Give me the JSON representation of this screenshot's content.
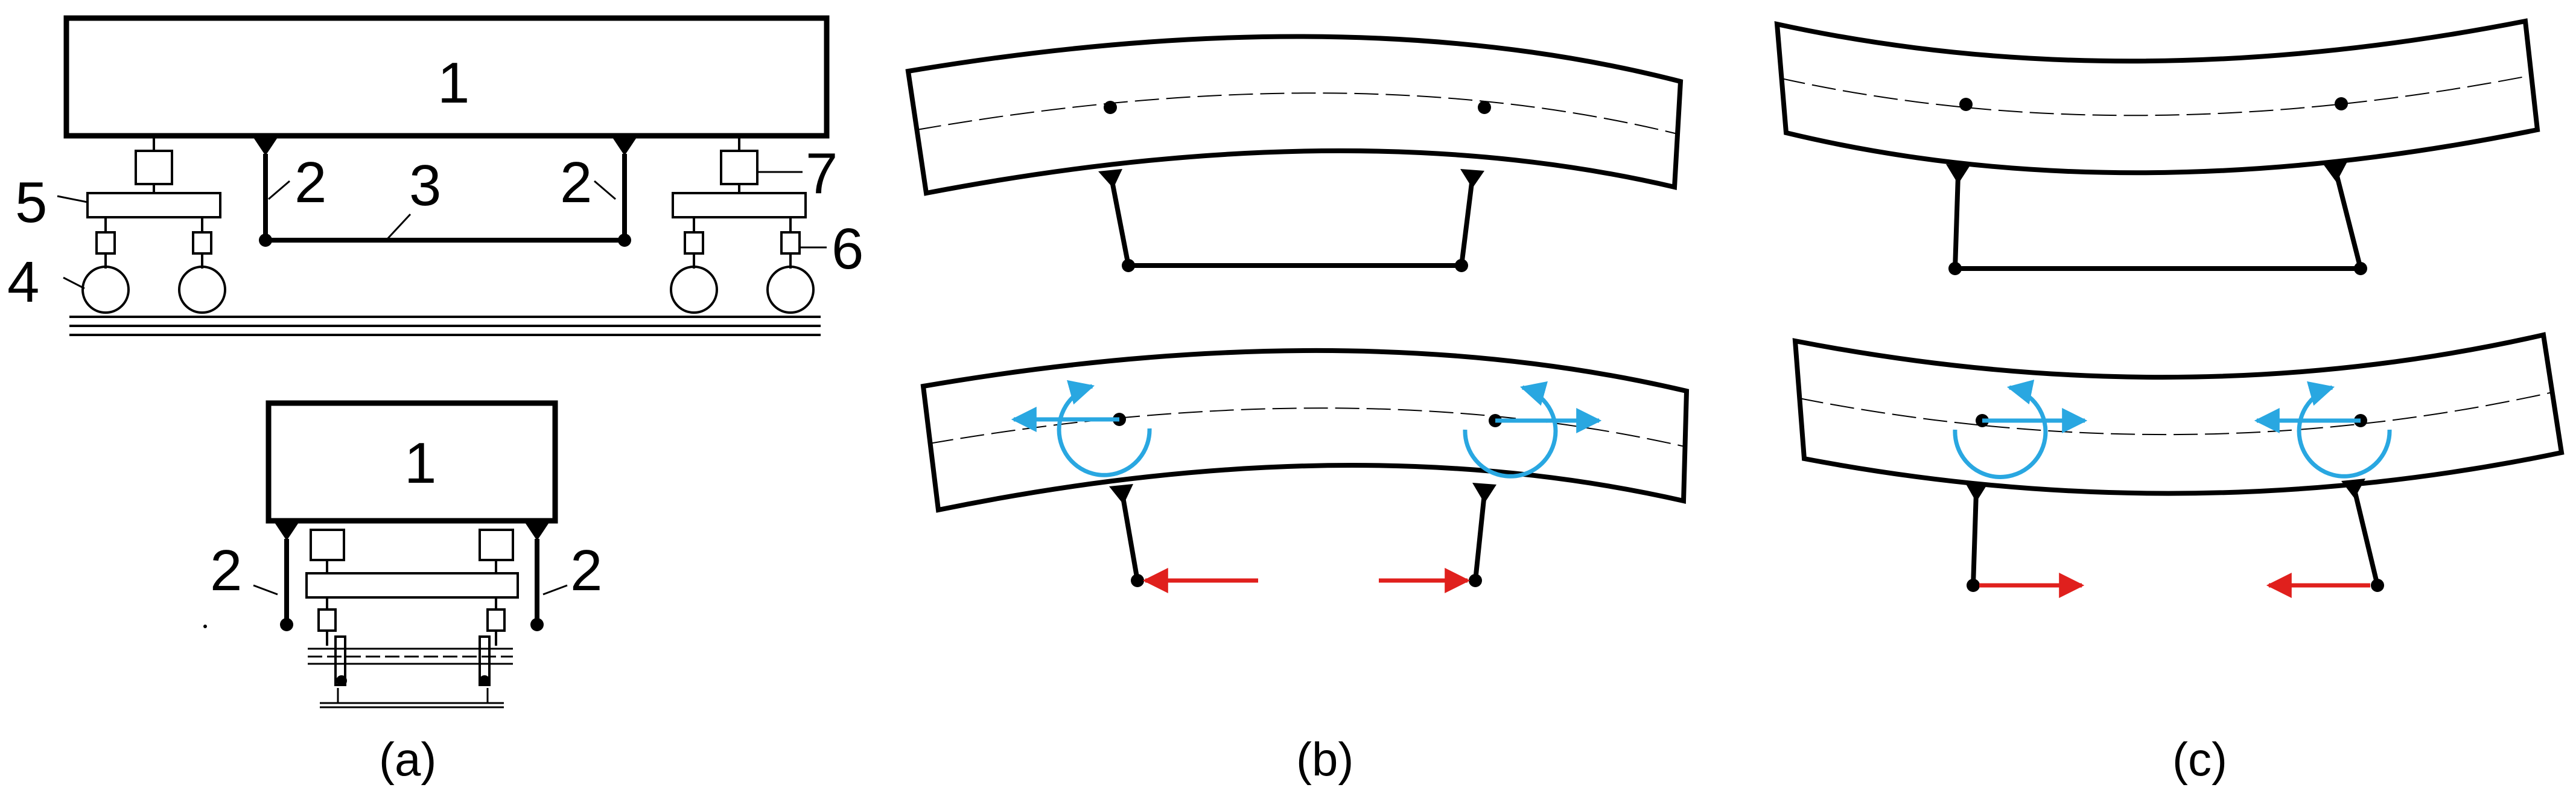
{
  "labels": {
    "car_body": "1",
    "car_body_end": "1",
    "rod": "2",
    "bar": "3",
    "wheel": "4",
    "frame": "5",
    "spring": "6",
    "suspension": "7"
  },
  "captions": {
    "a": "(a)",
    "b": "(b)",
    "c": "(c)"
  },
  "colors": {
    "line": "#000000",
    "moment": "#29a7e1",
    "force": "#e0201d"
  },
  "icons": {
    "force_arrow": "arrow-icon",
    "moment_arrow": "curved-arrow-icon"
  }
}
